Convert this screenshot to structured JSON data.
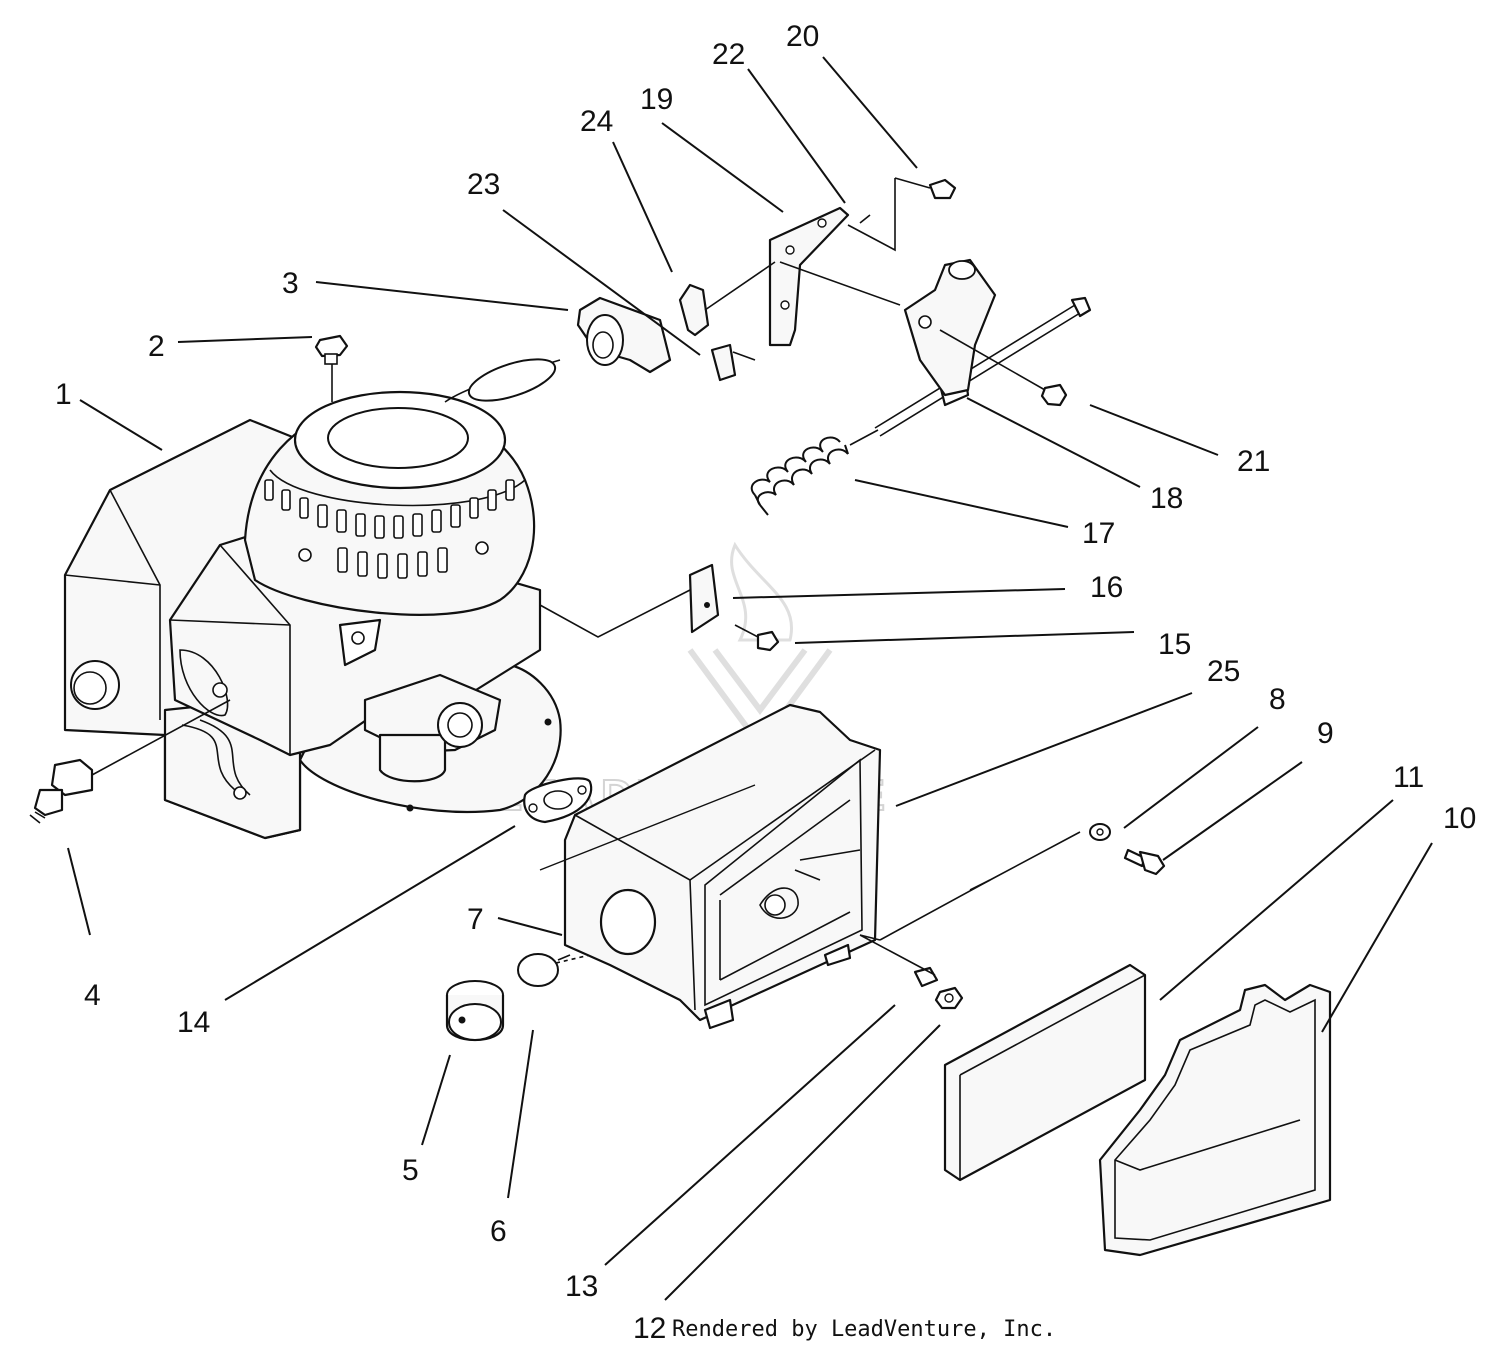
{
  "diagram": {
    "callouts": [
      {
        "id": "1",
        "label": "1"
      },
      {
        "id": "2",
        "label": "2"
      },
      {
        "id": "3",
        "label": "3"
      },
      {
        "id": "4",
        "label": "4"
      },
      {
        "id": "5",
        "label": "5"
      },
      {
        "id": "6",
        "label": "6"
      },
      {
        "id": "7",
        "label": "7"
      },
      {
        "id": "8",
        "label": "8"
      },
      {
        "id": "9",
        "label": "9"
      },
      {
        "id": "10",
        "label": "10"
      },
      {
        "id": "11",
        "label": "11"
      },
      {
        "id": "12",
        "label": "12"
      },
      {
        "id": "13",
        "label": "13"
      },
      {
        "id": "14",
        "label": "14"
      },
      {
        "id": "15",
        "label": "15"
      },
      {
        "id": "16",
        "label": "16"
      },
      {
        "id": "17",
        "label": "17"
      },
      {
        "id": "18",
        "label": "18"
      },
      {
        "id": "19",
        "label": "19"
      },
      {
        "id": "20",
        "label": "20"
      },
      {
        "id": "21",
        "label": "21"
      },
      {
        "id": "22",
        "label": "22"
      },
      {
        "id": "23",
        "label": "23"
      },
      {
        "id": "24",
        "label": "24"
      },
      {
        "id": "25",
        "label": "25"
      }
    ],
    "credit": "Rendered by LeadVenture, Inc.",
    "watermark": "LEADVENTURE"
  }
}
